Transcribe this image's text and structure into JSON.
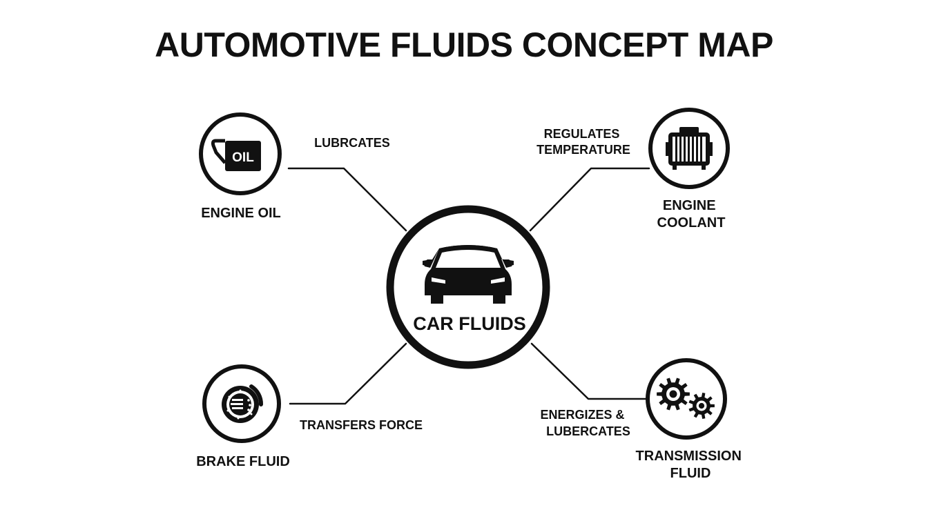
{
  "title": "AUTOMOTIVE FLUIDS CONCEPT MAP",
  "center": {
    "label": "CAR FLUIDS",
    "icon": "car-icon"
  },
  "nodes": [
    {
      "id": "engine-oil",
      "label_lines": [
        "ENGINE OIL"
      ],
      "icon": "oil-can-icon",
      "icon_text": "OIL",
      "relation_lines": [
        "LUBRCATES"
      ]
    },
    {
      "id": "engine-coolant",
      "label_lines": [
        "ENGINE",
        "COOLANT"
      ],
      "icon": "radiator-icon",
      "relation_lines": [
        "REGULATES",
        "TEMPERATURE"
      ]
    },
    {
      "id": "brake-fluid",
      "label_lines": [
        "BRAKE FLUID"
      ],
      "icon": "brake-disc-icon",
      "relation_lines": [
        "TRANSFERS FORCE"
      ]
    },
    {
      "id": "transmission-fluid",
      "label_lines": [
        "TRANSMISSION",
        "FLUID"
      ],
      "icon": "gears-icon",
      "relation_lines": [
        "ENERGIZES &",
        "LUBERCATES"
      ]
    }
  ],
  "colors": {
    "ink": "#111111",
    "background": "#ffffff"
  }
}
